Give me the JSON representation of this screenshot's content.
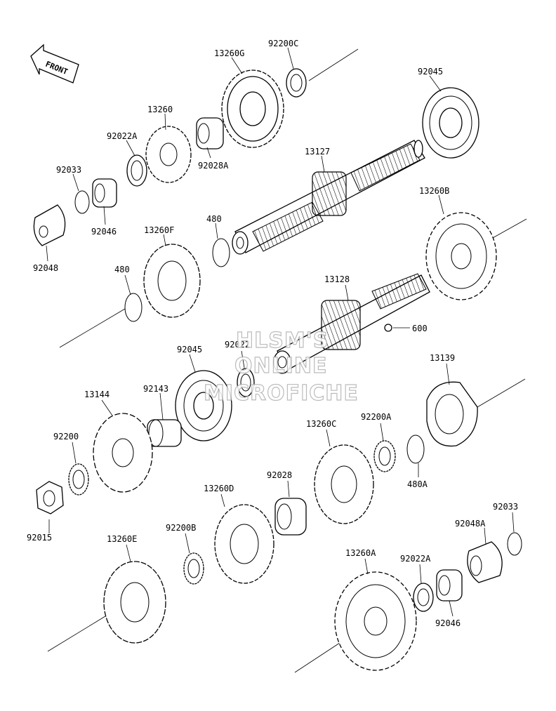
{
  "front_marker": "FRONT",
  "watermark": [
    "HLSM'S",
    "ONLINE",
    "MICROFICHE"
  ],
  "parts": {
    "p13260G": "13260G",
    "p92200C": "92200C",
    "p92045_top": "92045",
    "p13260": "13260",
    "p92022A_top": "92022A",
    "p92028A": "92028A",
    "p13127": "13127",
    "p92033_top": "92033",
    "p92046_top": "92046",
    "p13260F": "13260F",
    "p480_top": "480",
    "p13260B": "13260B",
    "p92048": "92048",
    "p480_left": "480",
    "p13128": "13128",
    "p600": "600",
    "p92022": "92022",
    "p92045_mid": "92045",
    "p13139": "13139",
    "p13144": "13144",
    "p92143": "92143",
    "p13260C": "13260C",
    "p92200A": "92200A",
    "p92200": "92200",
    "p480A": "480A",
    "p92028": "92028",
    "p13260D": "13260D",
    "p92015": "92015",
    "p92033_bot": "92033",
    "p92048A": "92048A",
    "p92200B": "92200B",
    "p13260E": "13260E",
    "p13260A": "13260A",
    "p92022A_bot": "92022A",
    "p92046_bot": "92046"
  }
}
